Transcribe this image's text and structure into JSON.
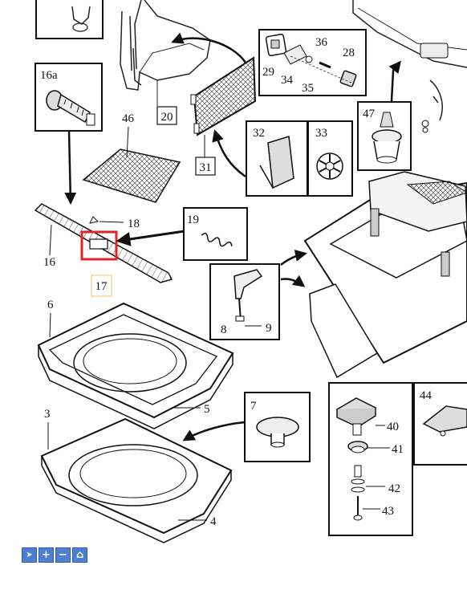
{
  "callouts": {
    "c16a": "16a",
    "c46": "46",
    "c20": "20",
    "c31": "31",
    "c32": "32",
    "c33": "33",
    "c29": "29",
    "c34": "34",
    "c35": "35",
    "c36": "36",
    "c28": "28",
    "c47": "47",
    "c18": "18",
    "c16": "16",
    "c17": "17",
    "c19": "19",
    "c8": "8",
    "c9": "9",
    "c6": "6",
    "c5": "5",
    "c3": "3",
    "c4": "4",
    "c7": "7",
    "c40": "40",
    "c41": "41",
    "c42": "42",
    "c43": "43",
    "c44": "44"
  },
  "highlight": {
    "part": "17",
    "color": "#e0242b",
    "label_color": "#f0c060"
  },
  "toolbar": {
    "buttons": [
      {
        "icon": "pointer-icon",
        "glyph": "➤"
      },
      {
        "icon": "zoom-in-icon",
        "glyph": "+"
      },
      {
        "icon": "zoom-out-icon",
        "glyph": "−"
      },
      {
        "icon": "home-icon",
        "glyph": "⌂"
      }
    ]
  }
}
